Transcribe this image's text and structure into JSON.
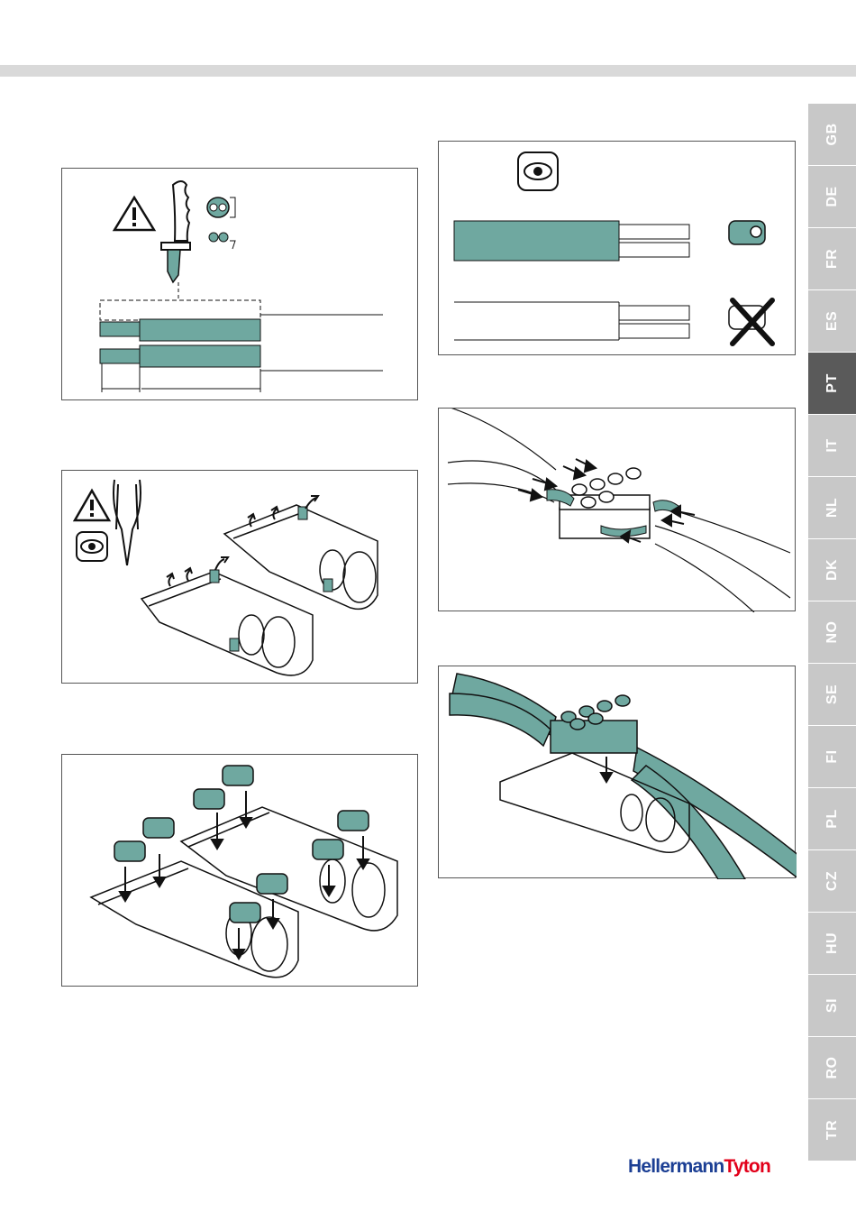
{
  "brand": {
    "part1": "Hellermann",
    "part2": "Tyton"
  },
  "languages": [
    {
      "code": "GB",
      "active": false
    },
    {
      "code": "DE",
      "active": false
    },
    {
      "code": "FR",
      "active": false
    },
    {
      "code": "ES",
      "active": false
    },
    {
      "code": "PT",
      "active": true
    },
    {
      "code": "IT",
      "active": false
    },
    {
      "code": "NL",
      "active": false
    },
    {
      "code": "DK",
      "active": false
    },
    {
      "code": "NO",
      "active": false
    },
    {
      "code": "SE",
      "active": false
    },
    {
      "code": "FI",
      "active": false
    },
    {
      "code": "PL",
      "active": false
    },
    {
      "code": "CZ",
      "active": false
    },
    {
      "code": "HU",
      "active": false
    },
    {
      "code": "SI",
      "active": false
    },
    {
      "code": "RO",
      "active": false
    },
    {
      "code": "TR",
      "active": false
    }
  ],
  "colors": {
    "cable_teal": "#6fa8a0",
    "active_tab": "#5a5a5a",
    "inactive_tab": "#c8c8c8",
    "brand_blue": "#1c3f94",
    "brand_red": "#e2001a"
  },
  "icons": [
    "warning-icon",
    "knife-icon",
    "eye-icon",
    "pliers-icon",
    "cross-icon",
    "arrow-icon"
  ]
}
